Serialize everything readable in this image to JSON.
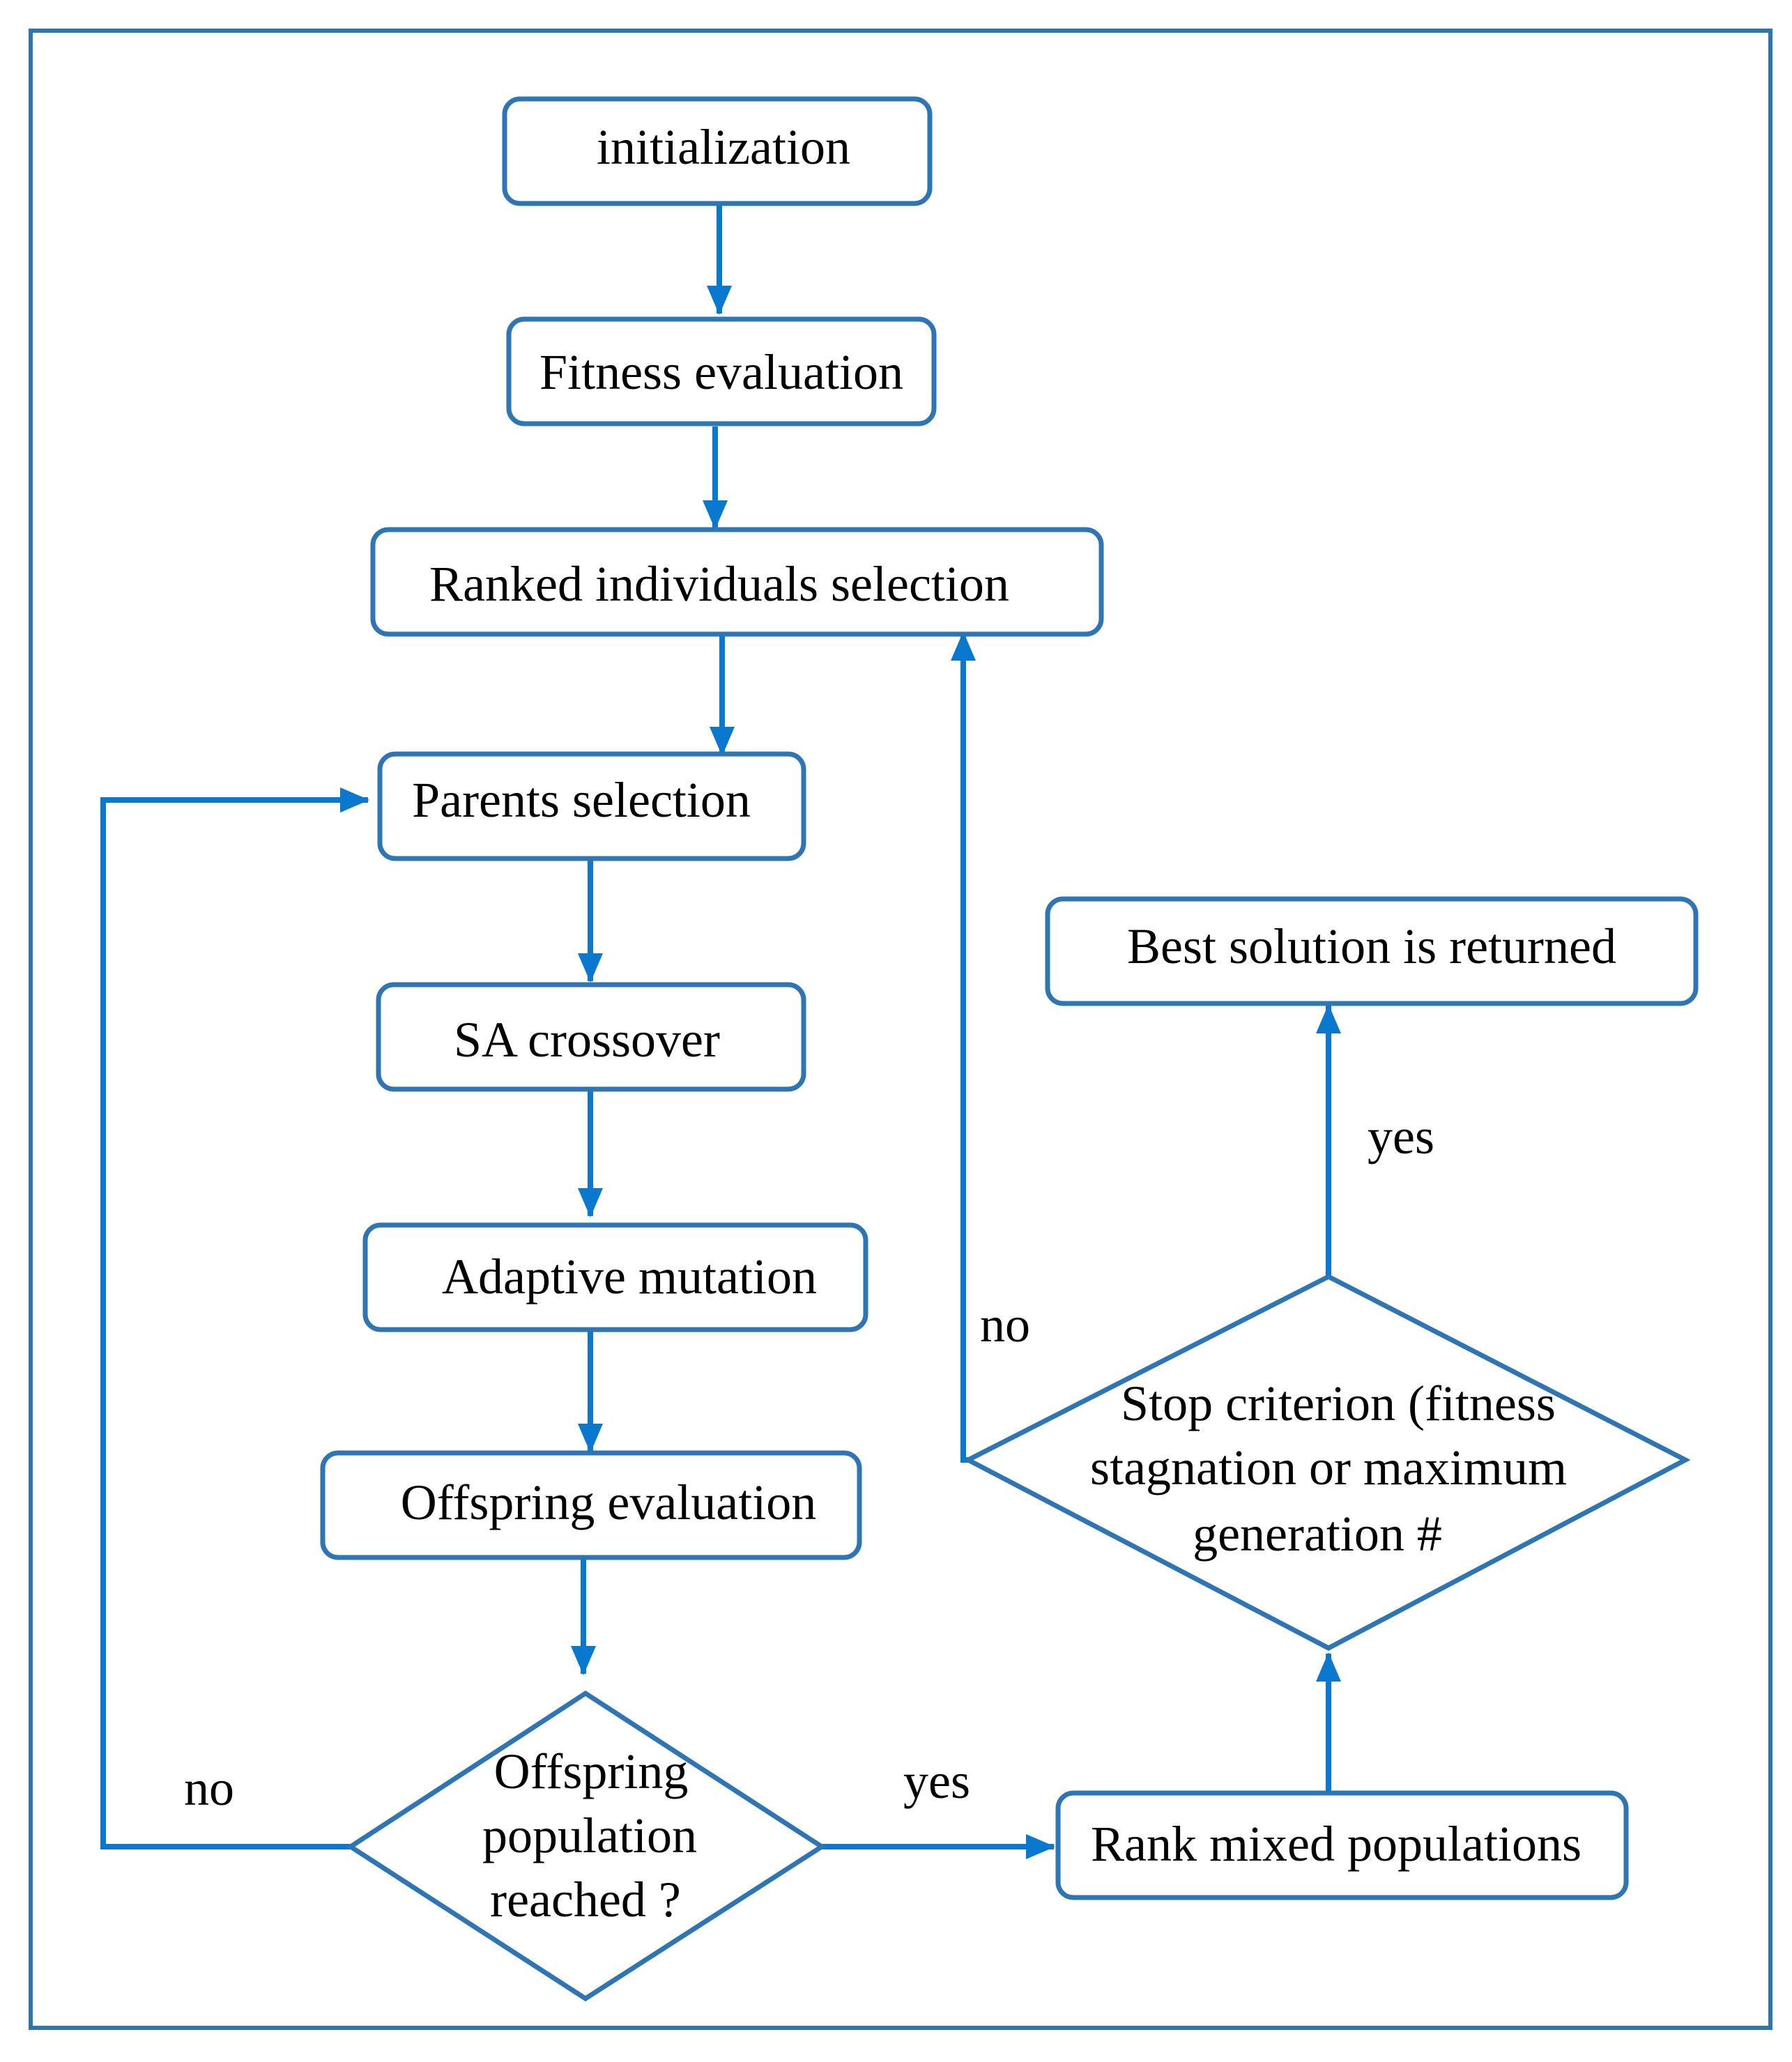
{
  "nodes": {
    "initialization": "initialization",
    "fitness_evaluation": "Fitness evaluation",
    "ranked_selection": "Ranked individuals selection",
    "parents_selection": "Parents selection",
    "sa_crossover": "SA crossover",
    "adaptive_mutation": "Adaptive mutation",
    "offspring_evaluation": "Offspring evaluation",
    "offspring_check": [
      "Offspring",
      "population",
      "reached ?"
    ],
    "rank_mixed": "Rank mixed populations",
    "stop_criterion": [
      "Stop criterion (fitness",
      "stagnation or maximum",
      "generation #"
    ],
    "best_solution": "Best solution is returned"
  },
  "edge_labels": {
    "offspring_no": "no",
    "offspring_yes": "yes",
    "stop_no": "no",
    "stop_yes": "yes"
  },
  "colors": {
    "arrow": "#0b78d0",
    "box_border": "#2e75b6"
  }
}
